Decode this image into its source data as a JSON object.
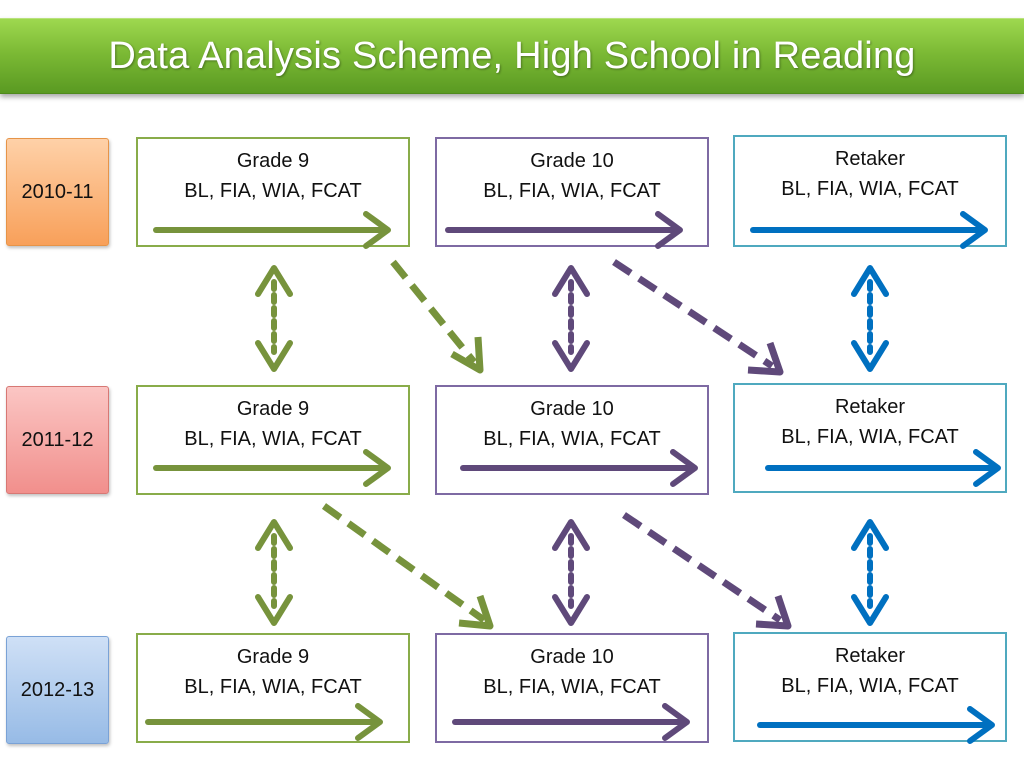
{
  "title": "Data Analysis Scheme, High School in Reading",
  "years": [
    "2010-11",
    "2011-12",
    "2012-13"
  ],
  "box_subtitle": "BL, FIA, WIA, FCAT",
  "columns": [
    "Grade 9",
    "Grade 10",
    "Retaker"
  ],
  "colors": {
    "grade9": "#77933c",
    "grade10": "#5f497a",
    "retaker": "#0070c0",
    "title_bar": "#7cba35"
  }
}
